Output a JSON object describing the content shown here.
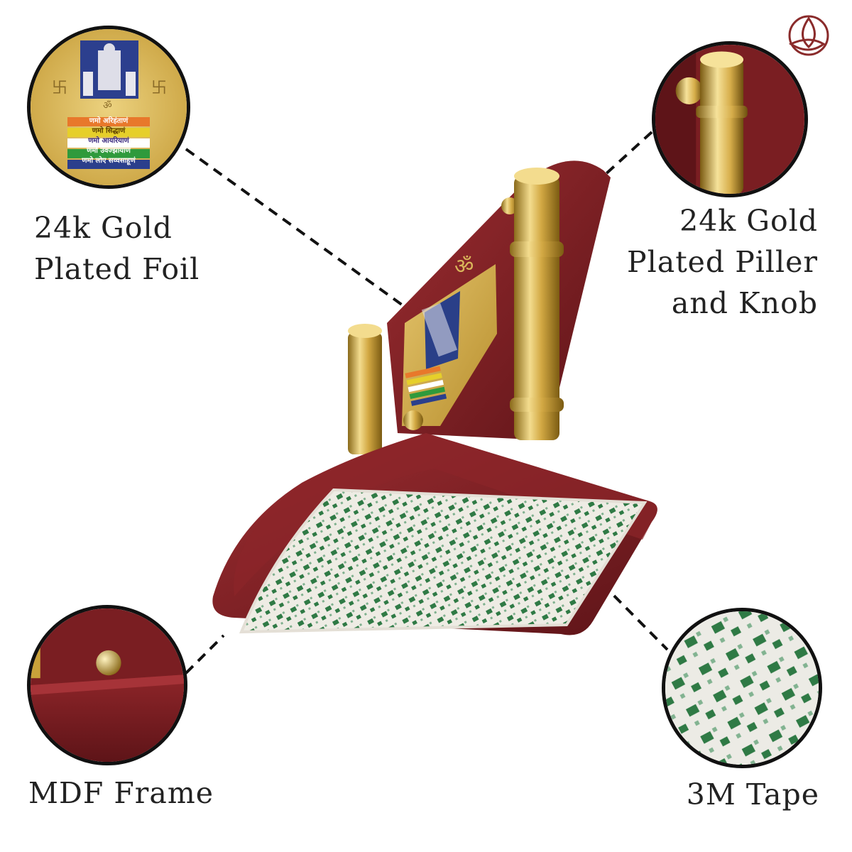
{
  "labels": {
    "foil": [
      "24k Gold",
      "Plated Foil"
    ],
    "pillar": [
      "24k Gold",
      "Plated Piller",
      "and Knob"
    ],
    "mdf": [
      "MDF Frame"
    ],
    "tape": [
      "3M Tape"
    ]
  },
  "foil_mantra": [
    "णमो अरिहंताणं",
    "णमो सिद्धाणं",
    "णमो आयरियाणं",
    "णमो उवज्झायाणं",
    "णमो लोए सव्वसाहूणं"
  ],
  "colors": {
    "wood": "#7a1e22",
    "wood_light": "#9a2e30",
    "gold": "#c9a23a",
    "gold_light": "#f1d98a",
    "tape_green": "#2f7a45",
    "tape_base": "#eeece4",
    "logo": "#8a2b2b",
    "line": "#111111"
  },
  "icons": {
    "brand_logo": "trinity-knot-icon"
  }
}
